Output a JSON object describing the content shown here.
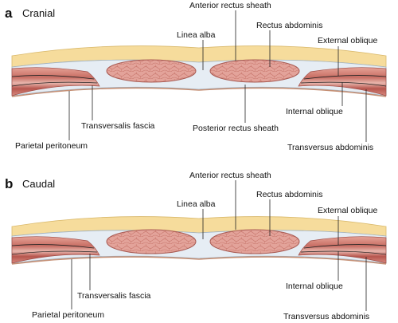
{
  "figure": {
    "panels": [
      {
        "letter": "a",
        "title": "Cranial",
        "labels": {
          "anterior_rectus_sheath": "Anterior rectus sheath",
          "linea_alba": "Linea alba",
          "rectus_abdominis": "Rectus abdominis",
          "external_oblique": "External oblique",
          "transversalis_fascia": "Transversalis fascia",
          "posterior_rectus_sheath": "Posterior rectus sheath",
          "internal_oblique": "Internal oblique",
          "parietal_peritoneum": "Parietal peritoneum",
          "transversus_abdominis": "Transversus abdominis"
        }
      },
      {
        "letter": "b",
        "title": "Caudal",
        "labels": {
          "anterior_rectus_sheath": "Anterior rectus sheath",
          "linea_alba": "Linea alba",
          "rectus_abdominis": "Rectus abdominis",
          "external_oblique": "External oblique",
          "transversalis_fascia": "Transversalis fascia",
          "internal_oblique": "Internal oblique",
          "parietal_peritoneum": "Parietal peritoneum",
          "transversus_abdominis": "Transversus abdominis"
        }
      }
    ],
    "colors": {
      "subcutaneous_fat": "#f6dc9c",
      "fascia": "#e8eef4",
      "muscle": "#d8887e",
      "muscle_dark": "#b85a52",
      "rectus_muscle": "#e3a39a",
      "peritoneum": "#f4e7c8",
      "line": "#222222"
    }
  }
}
